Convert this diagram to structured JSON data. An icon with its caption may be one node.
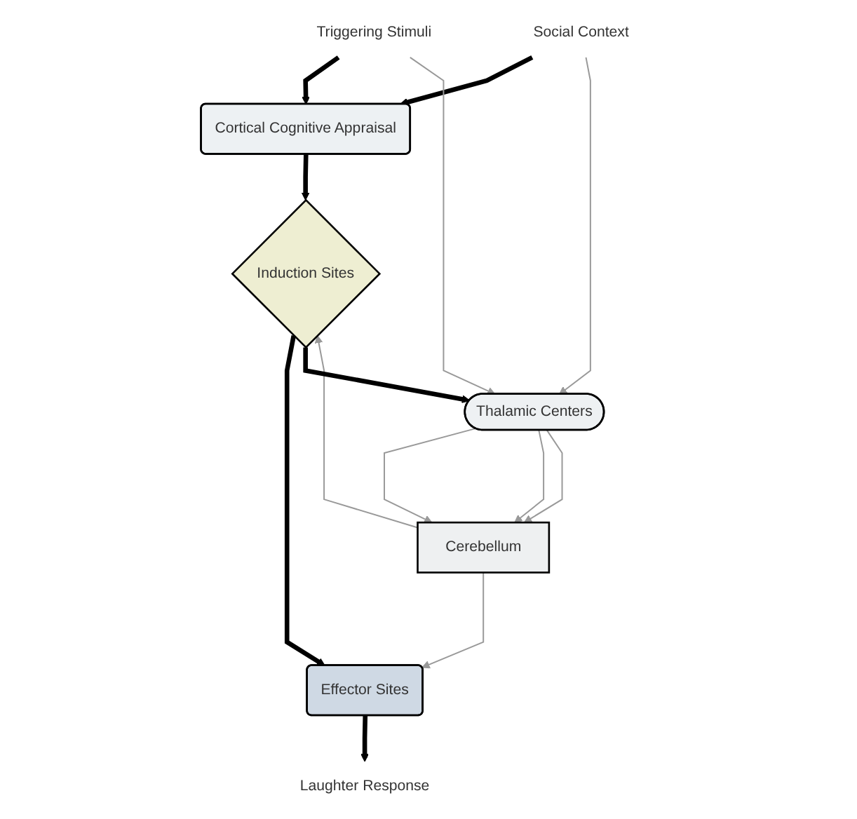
{
  "diagram": {
    "nodes": [
      {
        "text": [
          "Triggering Stimuli"
        ]
      },
      {
        "text": [
          "Social Context"
        ]
      },
      {
        "text": [
          "Cortical Cognitive Appraisal"
        ]
      },
      {
        "text": [
          "Induction Sites"
        ]
      },
      {
        "text": [
          "Effector Sites"
        ]
      },
      {
        "text": [
          "Thalamic Centers"
        ]
      },
      {
        "text": [
          "Cerebellum"
        ]
      },
      {
        "text": [
          "Laughter Response"
        ]
      }
    ],
    "edges": [
      {
        "from": 0,
        "to": 2,
        "arrow": "to",
        "style": "thick",
        "color": "#000000"
      },
      {
        "from": 1,
        "to": 2,
        "arrow": "to",
        "style": "thick",
        "color": "#000000"
      },
      {
        "from": 0,
        "to": 5,
        "arrow": "to",
        "color": "#999999"
      },
      {
        "from": 1,
        "to": 5,
        "arrow": "to",
        "color": "#999999"
      },
      {
        "from": 2,
        "to": 3,
        "arrow": "to",
        "style": "thick",
        "color": "#000000"
      },
      {
        "from": 6,
        "to": 3,
        "arrow": "to",
        "color": "#999999"
      },
      {
        "from": 3,
        "to": 4,
        "arrow": "to",
        "style": "thick",
        "color": "#000000"
      },
      {
        "from": 6,
        "to": 4,
        "arrow": "to",
        "color": "#999999"
      },
      {
        "from": 3,
        "to": 5,
        "arrow": "to",
        "style": "thick",
        "color": "#000000"
      },
      {
        "from": 5,
        "to": 6,
        "arrow": "to",
        "color": "#999999"
      },
      {
        "from": 5,
        "to": 6,
        "arrow": "to",
        "color": "#999999"
      },
      {
        "from": 5,
        "to": 6,
        "arrow": "to",
        "color": "#999999"
      },
      {
        "from": 4,
        "to": 7,
        "arrow": "to",
        "style": "thick",
        "color": "#000000"
      }
    ]
  }
}
